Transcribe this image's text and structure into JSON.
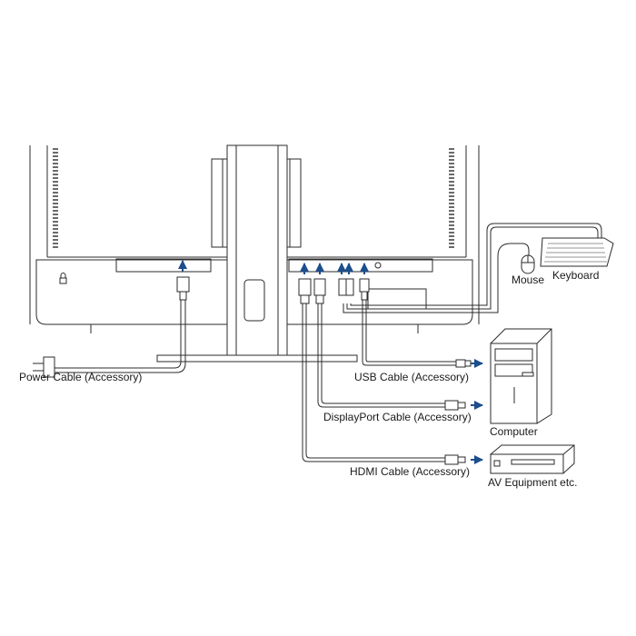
{
  "labels": {
    "power_cable": "Power Cable (Accessory)",
    "usb_cable": "USB Cable (Accessory)",
    "displayport_cable": "DisplayPort Cable (Accessory)",
    "hdmi_cable": "HDMI Cable (Accessory)",
    "computer": "Computer",
    "av_equipment": "AV Equipment etc.",
    "mouse": "Mouse",
    "keyboard": "Keyboard"
  },
  "colors": {
    "line": "#2b2b2b",
    "arrow": "#1c4e8c",
    "panel": "#ffffff"
  }
}
